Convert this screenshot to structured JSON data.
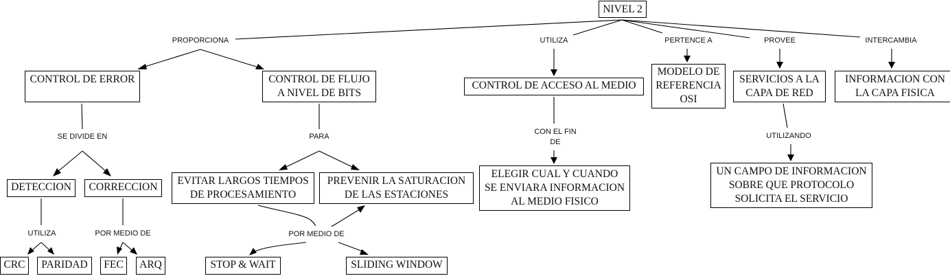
{
  "diagram": {
    "type": "concept-map",
    "root": "NIVEL 2",
    "nodes": {
      "nivel2": "NIVEL 2",
      "control_error": "CONTROL DE ERROR",
      "control_flujo": "CONTROL DE FLUJO\nA NIVEL DE BITS",
      "control_acceso": "CONTROL DE ACCESO AL  MEDIO",
      "modelo_osi": "MODELO DE\nREFERENCIA\nOSI",
      "servicios_red": "SERVICIOS A LA\nCAPA DE RED",
      "info_capa_fisica": "INFORMACION CON\nLA CAPA FISICA",
      "deteccion": "DETECCION",
      "correccion": "CORRECCION",
      "evitar_tiempos": "EVITAR LARGOS TIEMPOS\nDE PROCESAMIENTO",
      "prevenir_saturacion": "PREVENIR LA SATURACION\nDE LAS ESTACIONES",
      "elegir_cual": "ELEGIR CUAL Y CUANDO\nSE ENVIARA INFORMACION\nAL MEDIO FISICO",
      "campo_info": "UN CAMPO DE INFORMACION\nSOBRE QUE PROTOCOLO\nSOLICITA EL SERVICIO",
      "crc": "CRC",
      "paridad": "PARIDAD",
      "fec": "FEC",
      "arq": "ARQ",
      "stop_wait": "STOP & WAIT",
      "sliding_window": "SLIDING WINDOW"
    },
    "links": {
      "proporciona": "PROPORCIONA",
      "utiliza_top": "UTILIZA",
      "pertence_a": "PERTENCE A",
      "provee": "PROVEE",
      "intercambia": "INTERCAMBIA",
      "se_divide_en": "SE DIVIDE EN",
      "para": "PARA",
      "con_el_fin_de": "CON EL FIN\nDE",
      "utilizando": "UTILIZANDO",
      "utiliza_det": "UTILIZA",
      "por_medio_de_corr": "POR MEDIO DE",
      "por_medio_de_flujo": "POR MEDIO DE"
    },
    "relations": [
      {
        "from": "NIVEL 2",
        "link": "PROPORCIONA",
        "to": [
          "CONTROL DE ERROR",
          "CONTROL DE FLUJO A NIVEL DE BITS"
        ]
      },
      {
        "from": "NIVEL 2",
        "link": "UTILIZA",
        "to": [
          "CONTROL DE ACCESO AL MEDIO"
        ]
      },
      {
        "from": "NIVEL 2",
        "link": "PERTENCE A",
        "to": [
          "MODELO DE REFERENCIA OSI"
        ]
      },
      {
        "from": "NIVEL 2",
        "link": "PROVEE",
        "to": [
          "SERVICIOS A LA CAPA DE RED"
        ]
      },
      {
        "from": "NIVEL 2",
        "link": "INTERCAMBIA",
        "to": [
          "INFORMACION CON LA CAPA FISICA"
        ]
      },
      {
        "from": "CONTROL DE ERROR",
        "link": "SE DIVIDE EN",
        "to": [
          "DETECCION",
          "CORRECCION"
        ]
      },
      {
        "from": "CONTROL DE FLUJO A NIVEL DE BITS",
        "link": "PARA",
        "to": [
          "EVITAR LARGOS TIEMPOS DE PROCESAMIENTO",
          "PREVENIR LA SATURACION DE LAS ESTACIONES"
        ]
      },
      {
        "from": "CONTROL DE ACCESO AL MEDIO",
        "link": "CON EL FIN DE",
        "to": [
          "ELEGIR CUAL Y CUANDO SE ENVIARA INFORMACION AL MEDIO FISICO"
        ]
      },
      {
        "from": "SERVICIOS A LA CAPA DE RED",
        "link": "UTILIZANDO",
        "to": [
          "UN CAMPO DE INFORMACION SOBRE QUE PROTOCOLO SOLICITA EL SERVICIO"
        ]
      },
      {
        "from": "DETECCION",
        "link": "UTILIZA",
        "to": [
          "CRC",
          "PARIDAD"
        ]
      },
      {
        "from": "CORRECCION",
        "link": "POR MEDIO DE",
        "to": [
          "FEC",
          "ARQ"
        ]
      },
      {
        "from": "EVITAR LARGOS TIEMPOS DE PROCESAMIENTO",
        "link": "POR MEDIO DE",
        "to": [
          "STOP & WAIT",
          "SLIDING WINDOW",
          "PREVENIR LA SATURACION DE LAS ESTACIONES"
        ]
      }
    ]
  }
}
